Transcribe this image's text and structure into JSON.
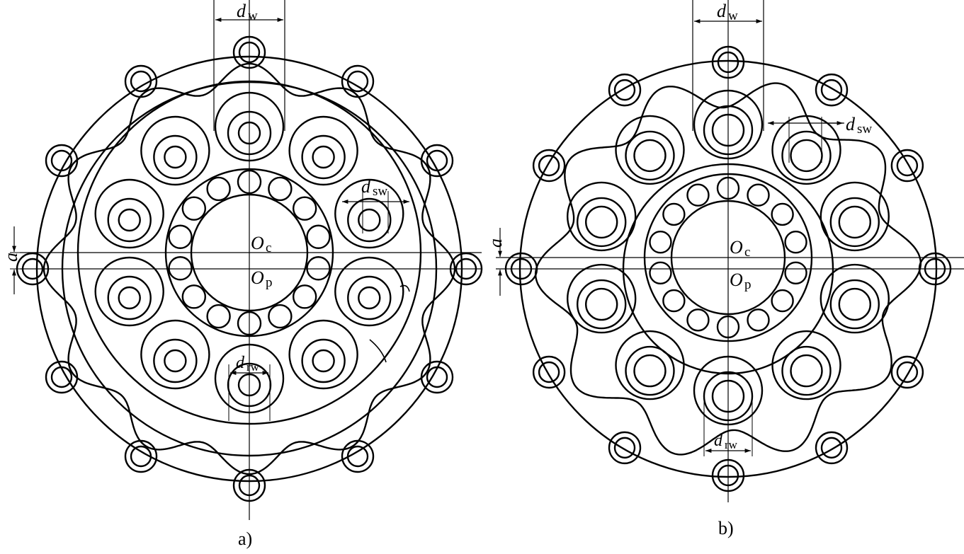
{
  "figure_a": {
    "caption": "a)",
    "labels": {
      "dw_main": "d",
      "dw_sub": "w",
      "dsw_main": "d",
      "dsw_sub": "sw",
      "drw_main": "d",
      "drw_sub": "rw",
      "a": "a",
      "oc_main": "O",
      "oc_sub": "c",
      "op_main": "O",
      "op_sub": "p"
    },
    "counts": {
      "bolt_holes": 12,
      "pin_holes": 10,
      "rollers": 14
    }
  },
  "figure_b": {
    "caption": "b)",
    "labels": {
      "dw_main": "d",
      "dw_sub": "w",
      "dsw_main": "d",
      "dsw_sub": "sw",
      "drw_main": "d",
      "drw_sub": "rw",
      "a": "a",
      "oc_main": "O",
      "oc_sub": "c",
      "op_main": "O",
      "op_sub": "p"
    },
    "counts": {
      "bolt_holes": 12,
      "pin_holes": 10,
      "rollers": 14
    }
  },
  "colors": {
    "line": "#000000",
    "background": "#ffffff"
  }
}
